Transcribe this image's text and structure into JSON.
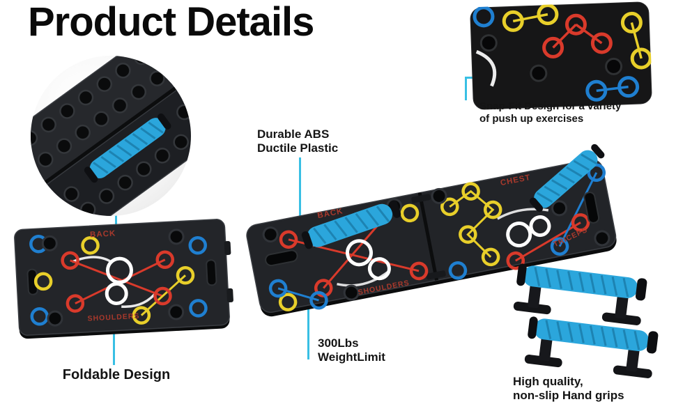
{
  "title": "Product Details",
  "colors": {
    "accent": "#38bfe4",
    "board": "#222428",
    "ring_red": "#d93a2b",
    "ring_yellow": "#e8cf2a",
    "ring_blue": "#1f7fd0",
    "ring_white": "#ffffff",
    "handle_blue": "#2ba6dc",
    "board_label_red": "#a8392c",
    "title_color": "#0a0a0a"
  },
  "annotations": {
    "snap_fit": {
      "line1": "Snap-Fit Design for a variety",
      "line2": "of push up exercises"
    },
    "durable": {
      "line1": "Durable ABS",
      "line2": "Ductile Plastic"
    },
    "weight_limit": {
      "line1": "300Lbs",
      "line2": "WeightLimit"
    },
    "foldable": {
      "label": "Foldable Design"
    },
    "hand_grips": {
      "line1": "High quality,",
      "line2": "non-slip Hand grips"
    }
  },
  "main_board_labels": {
    "back": "BACK",
    "chest": "CHEST",
    "shoulders": "SHOULDERS",
    "triceps": "TRICEPS"
  },
  "flat_board_labels": {
    "back": "BACK",
    "shoulders": "SHOULDERS"
  }
}
